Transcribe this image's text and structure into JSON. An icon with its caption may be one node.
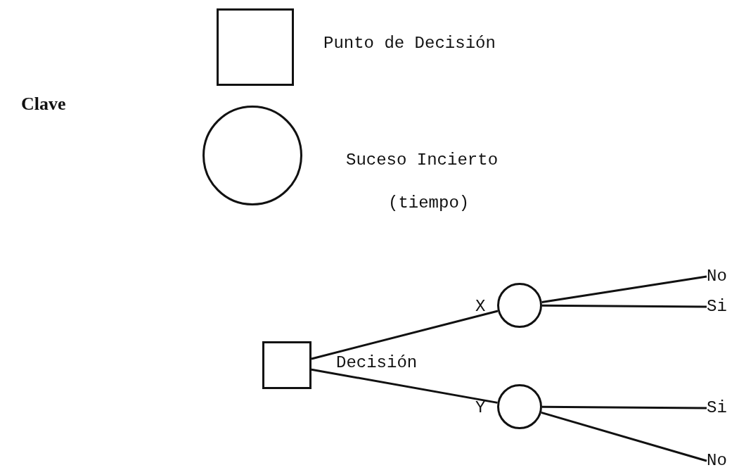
{
  "diagram": {
    "nodes": [
      {
        "text": [],
        "shape": "box",
        "beside": [
          "Punto de Decisión"
        ]
      },
      {
        "text": [],
        "shape": "circle",
        "beside": [
          "Suceso Incierto",
          "(tiempo)"
        ]
      },
      {
        "text": [],
        "shape": "box",
        "beside": [
          "Decisión"
        ]
      },
      {
        "text": [],
        "shape": "circle",
        "beside": [
          "X"
        ]
      },
      {
        "text": [],
        "shape": "circle",
        "beside": [
          "Y"
        ]
      },
      {
        "text": [
          "No"
        ]
      },
      {
        "text": [
          "Si"
        ]
      },
      {
        "text": [
          "Si"
        ]
      },
      {
        "text": [
          "No"
        ]
      }
    ],
    "edges": [
      {
        "from": 2,
        "to": 3,
        "arrow": "none"
      },
      {
        "from": 2,
        "to": 4,
        "arrow": "none"
      },
      {
        "from": 3,
        "to": 5,
        "arrow": "none"
      },
      {
        "from": 3,
        "to": 6,
        "arrow": "none"
      },
      {
        "from": 4,
        "to": 7,
        "arrow": "none"
      },
      {
        "from": 4,
        "to": 8,
        "arrow": "none"
      }
    ],
    "labels": [
      "Clave"
    ]
  }
}
